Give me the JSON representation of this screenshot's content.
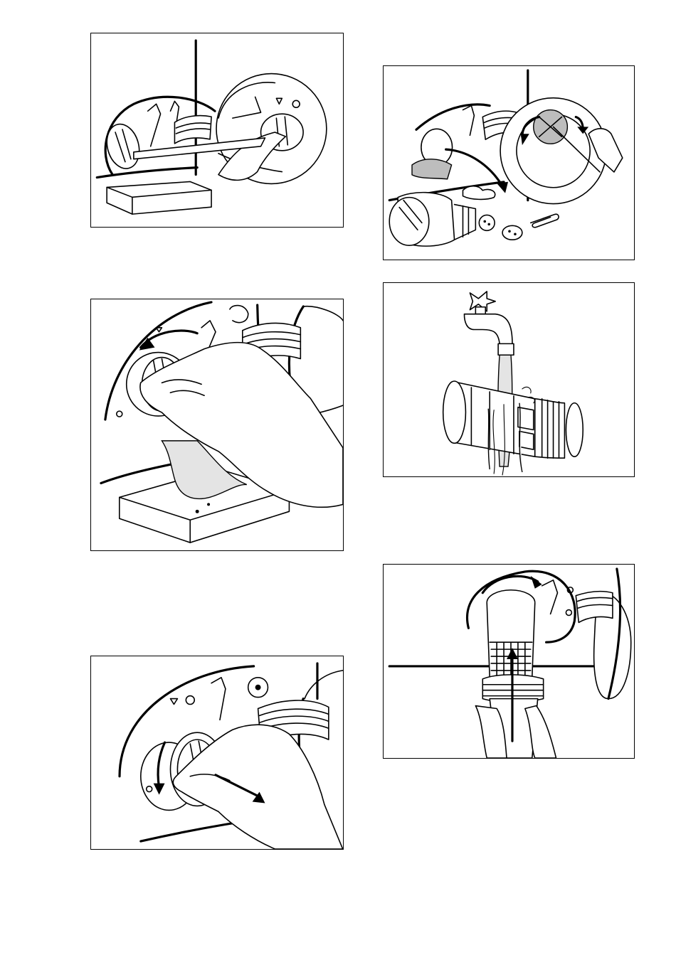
{
  "page": {
    "background": "#ffffff",
    "line_color": "#000000"
  },
  "panels": [
    {
      "id": "1",
      "icon": "emergency-drain-tube-icon",
      "column": "left"
    },
    {
      "id": "2",
      "icon": "draining-water-icon",
      "column": "left"
    },
    {
      "id": "3",
      "icon": "unscrew-filter-icon",
      "column": "left"
    },
    {
      "id": "4",
      "icon": "filter-impeller-check-icon",
      "column": "right"
    },
    {
      "id": "5",
      "icon": "rinse-filter-tap-icon",
      "column": "right"
    },
    {
      "id": "6",
      "icon": "refit-filter-icon",
      "column": "right"
    }
  ]
}
